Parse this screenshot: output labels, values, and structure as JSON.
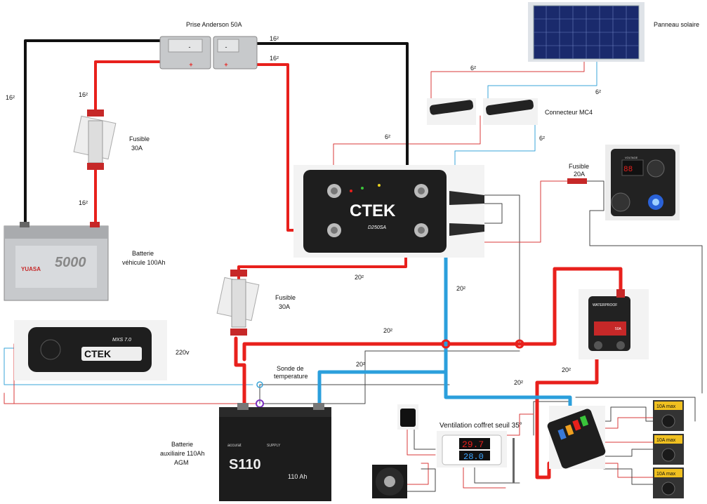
{
  "labels": {
    "anderson": "Prise Anderson 50A",
    "panel": "Panneau solaire",
    "mc4": "Connecteur MC4",
    "fuse_top_1": "Fusible",
    "fuse_top_2": "30A",
    "fuse_mid_1": "Fusible",
    "fuse_mid_2": "30A",
    "fuse20_1": "Fusible",
    "fuse20_2": "20A",
    "bat_vehicle_1": "Batterie",
    "bat_vehicle_2": "véhicule 100Ah",
    "ac220": "220v",
    "sonde_1": "Sonde de",
    "sonde_2": "temperature",
    "bat_aux_1": "Batterie",
    "bat_aux_2": "auxiliaire 110Ah",
    "bat_aux_3": "AGM",
    "ventilation": "Ventilation coffret seuil 35°"
  },
  "wire_sizes": {
    "w16_left": "16²",
    "w16_fuse_top": "16²",
    "w16_fuse_bot": "16²",
    "w16_anderson_neg": "16²",
    "w16_anderson_pos": "16²",
    "w6_top": "6²",
    "w6_right": "6²",
    "w6_ctek": "6²",
    "w6_mc4": "6²",
    "w20_ctek_out": "20²",
    "w20_blue_vert": "20²",
    "w20_red_mid": "20²",
    "w20_blue_mid": "20²",
    "w20_breaker": "20²",
    "w20_red_low": "20²"
  },
  "devices": {
    "anderson_minus": "-",
    "anderson_plus": "+",
    "ctek_brand": "CTEK",
    "ctek_model": "D250SA",
    "mxs_model": "MXS 7.0",
    "mxs_brand": "CTEK",
    "yuasa_brand": "YUASA",
    "yuasa_model": "5000",
    "aux_brand": "accurat",
    "aux_series": "SUPPLY",
    "aux_model": "S110",
    "aux_capacity": "110 Ah",
    "breaker_text": "WATERPROOF",
    "breaker_amps": "50A",
    "thermostat_temp1": "29.7",
    "thermostat_temp2": "28.0",
    "panel_voltage": "VOLTAGE",
    "fuse_box_label_1": "10A max",
    "fuse_box_label_2": "10A max",
    "fuse_box_label_3": "10A max"
  },
  "colors": {
    "positive": "#e8201c",
    "negative": "#111111",
    "solar_pos": "#d83a3a",
    "solar_neg": "#3aa4d8",
    "blue_cable": "#2b9fdc",
    "thin_line": "#444444"
  }
}
